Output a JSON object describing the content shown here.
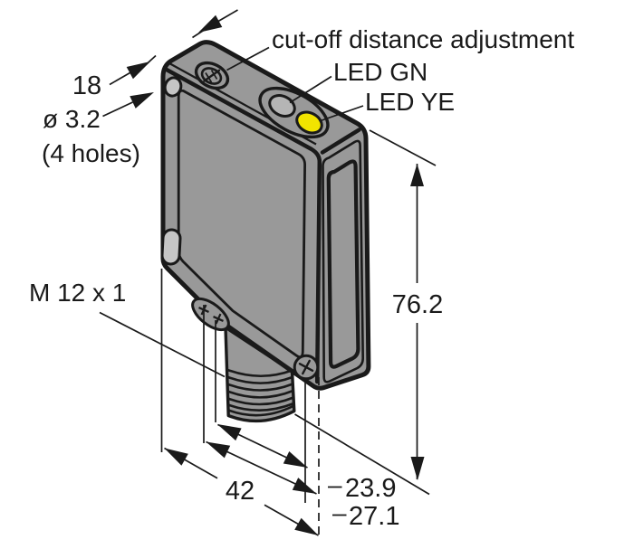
{
  "drawing": {
    "labels": {
      "adjustment": "cut-off distance adjustment",
      "led_green": "LED GN",
      "led_yellow": "LED YE",
      "connector_thread": "M 12 x 1",
      "hole_diameter": "ø 3.2",
      "hole_count": "(4 holes)"
    },
    "dimensions": {
      "depth": "18",
      "height": "76.2",
      "width_overall": "42",
      "width_back": "23.9",
      "width_front": "27.1"
    },
    "colors": {
      "body": "#999999",
      "hole": "#c6c6c6",
      "led_green_off": "#b5b5b5",
      "led_yellow": "#f2e400",
      "screw": "#b2b2b2",
      "line": "#1a1a1a",
      "background": "#ffffff"
    }
  }
}
